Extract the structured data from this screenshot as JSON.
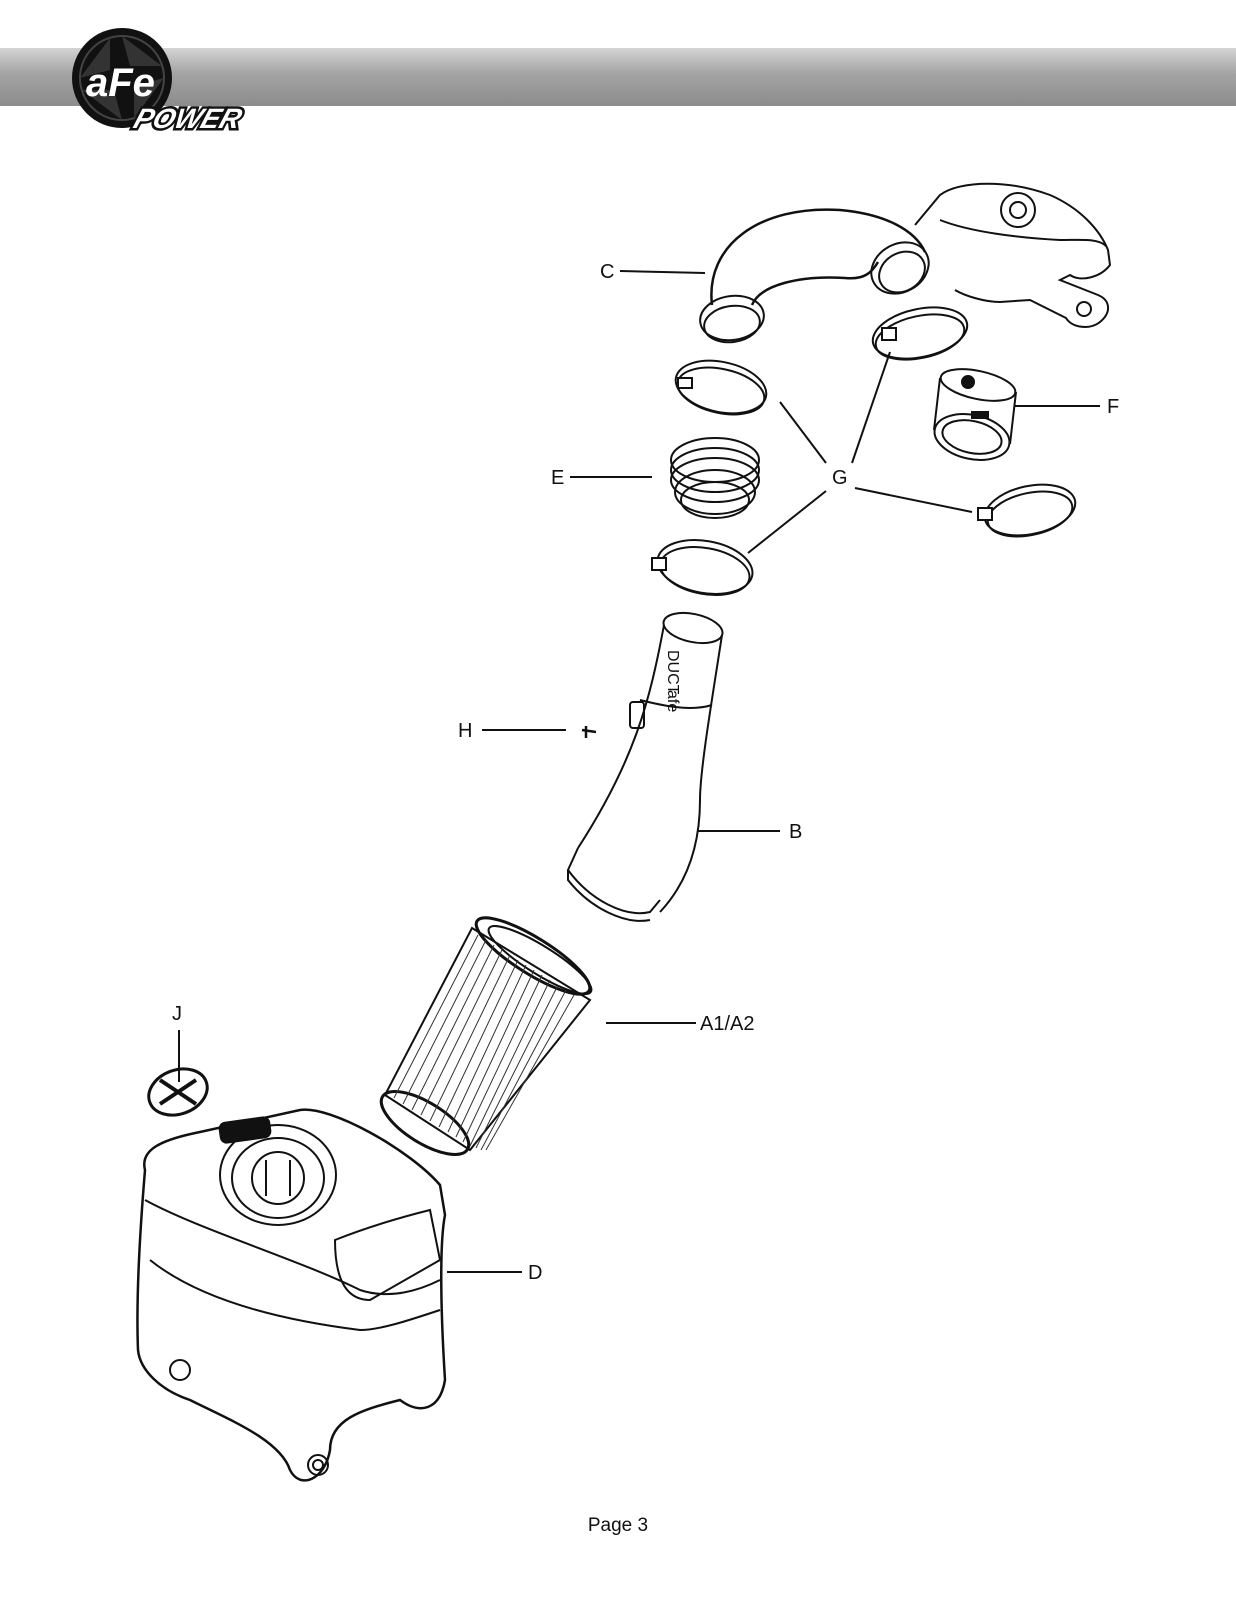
{
  "header": {
    "brand_logo_text": "aFe",
    "brand_logo_subtext": "POWER"
  },
  "diagram": {
    "callouts": [
      {
        "key": "C",
        "label": "C"
      },
      {
        "key": "F",
        "label": "F"
      },
      {
        "key": "E",
        "label": "E"
      },
      {
        "key": "G",
        "label": "G"
      },
      {
        "key": "H",
        "label": "H"
      },
      {
        "key": "B",
        "label": "B"
      },
      {
        "key": "J",
        "label": "J"
      },
      {
        "key": "A",
        "label": "A1/A2"
      },
      {
        "key": "D",
        "label": "D"
      }
    ]
  },
  "footer": {
    "page_label": "Page 3"
  }
}
